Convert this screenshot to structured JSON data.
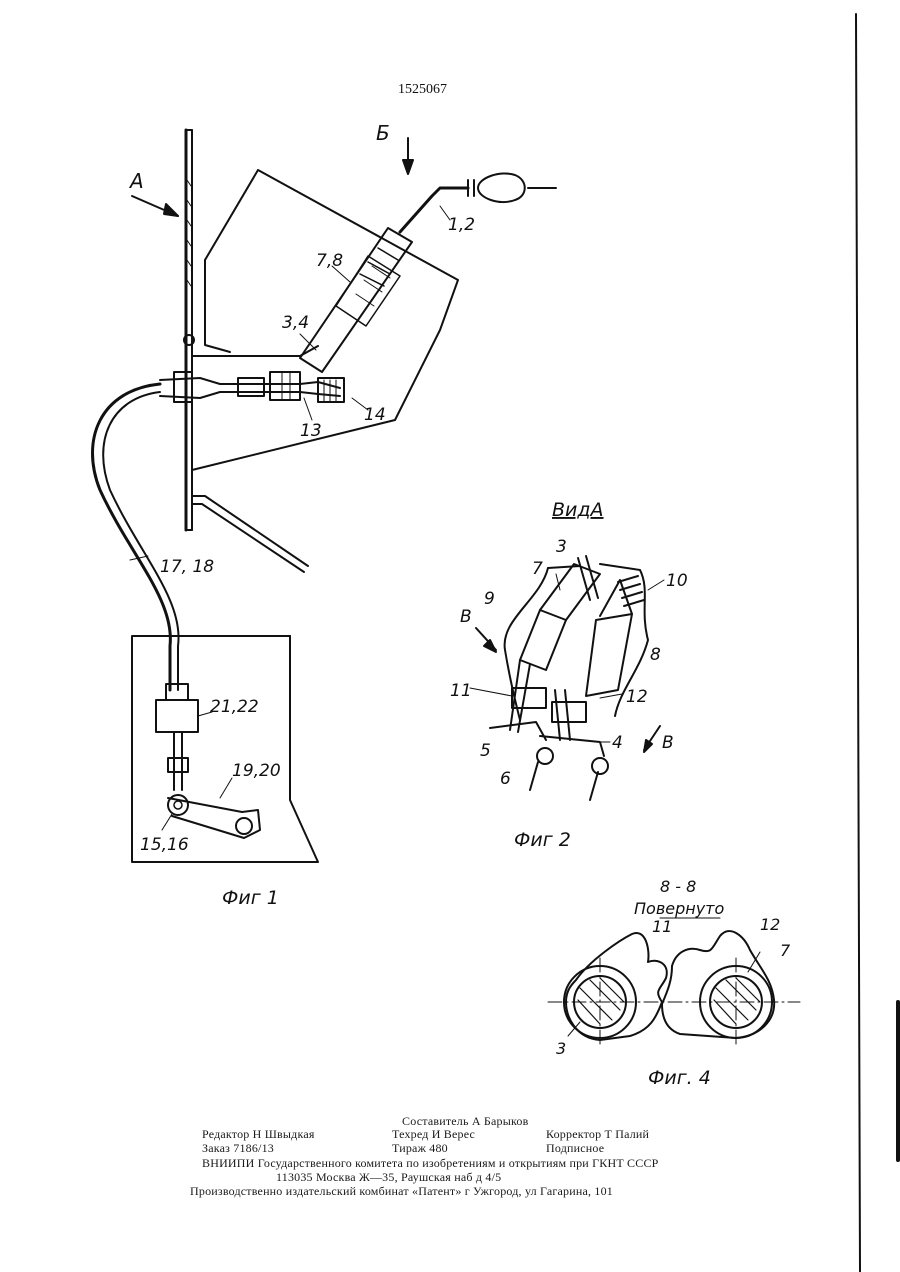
{
  "patent_number": "1525067",
  "labels": {
    "view_a_arrow": "А",
    "view_b_arrow": "Б",
    "l_1_2": "1,2",
    "l_7_8": "7,8",
    "l_3_4": "3,4",
    "l_13": "13",
    "l_14": "14",
    "l_17_18": "17, 18",
    "l_21_22": "21,22",
    "l_19_20": "19,20",
    "l_15_16": "15,16",
    "fig1": "Фиг 1",
    "vid_a": "ВидА",
    "f2_3": "3",
    "f2_7": "7",
    "f2_10": "10",
    "f2_9": "9",
    "f2_8": "8",
    "f2_v1": "В",
    "f2_11": "11",
    "f2_12": "12",
    "f2_4": "4",
    "f2_v2": "В",
    "f2_5": "5",
    "f2_6": "6",
    "fig2": "Фиг 2",
    "section": "8 - 8",
    "rotated": "Повернуто",
    "f4_11": "11",
    "f4_12": "12",
    "f4_7": "7",
    "f4_3": "3",
    "fig4": "Фиг. 4"
  },
  "footer": {
    "compiler": "Составитель А  Барыков",
    "editor": "Редактор Н  Швыдкая",
    "techred": "Техред И  Верес",
    "corrector": "Корректор Т  Палий",
    "order": "Заказ 7186/13",
    "circulation": "Тираж 480",
    "subscription": "Подписное",
    "vniipi": "ВНИИПИ Государственного комитета по изобретениям и открытиям при ГКНТ СССР",
    "address": "113035   Москва   Ж—35,  Раушская  наб   д  4/5",
    "publisher": "Производственно издательский комбинат «Патент»  г  Ужгород, ул  Гагарина, 101"
  }
}
